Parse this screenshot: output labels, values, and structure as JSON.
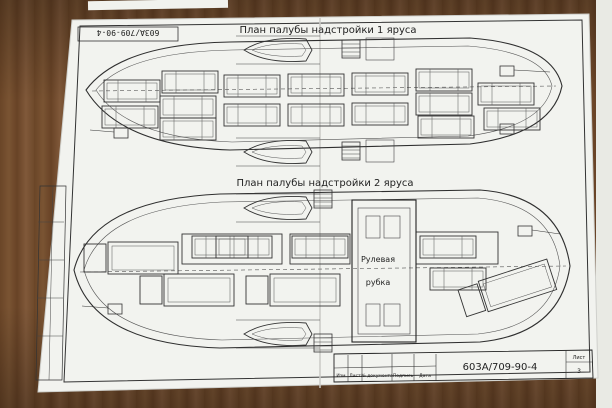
{
  "sheet": {
    "title_deck1": "План палубы надстройки 1 яруса",
    "title_deck2": "План палубы надстройки 2 яруса",
    "doc_code": "603А/709-90-4",
    "doc_code_rotated": "603А/709-90-4",
    "wheelhouse_line1": "Рулевая",
    "wheelhouse_line2": "рубка",
    "title_block": {
      "col_change": "Изм",
      "col_sheet": "Лист",
      "col_docnum": "№ документа",
      "col_sign": "Подпись",
      "col_date": "Дата",
      "sheet_label": "Лист",
      "sheet_number": "3"
    }
  },
  "colors": {
    "paper": "#f2f3ef",
    "ink": "#3a3a3a",
    "wood": "#6f4a2b"
  }
}
